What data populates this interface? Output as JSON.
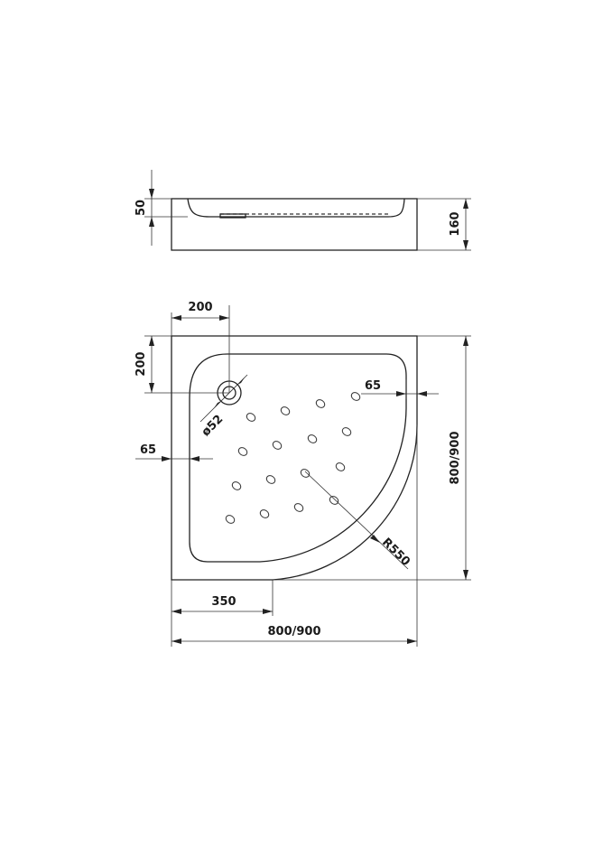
{
  "side_view": {
    "inner_height_label": "50",
    "outer_height_label": "160"
  },
  "top_view": {
    "drain_offset_x_label": "200",
    "drain_offset_y_label": "200",
    "drain_diameter_label": "ø52",
    "rim_right_label": "65",
    "rim_left_label": "65",
    "depth_label": "800/900",
    "straight_edge_label": "350",
    "width_label": "800/900",
    "radius_label": "R550"
  },
  "colors": {
    "line": "#222222",
    "background": "#ffffff"
  }
}
